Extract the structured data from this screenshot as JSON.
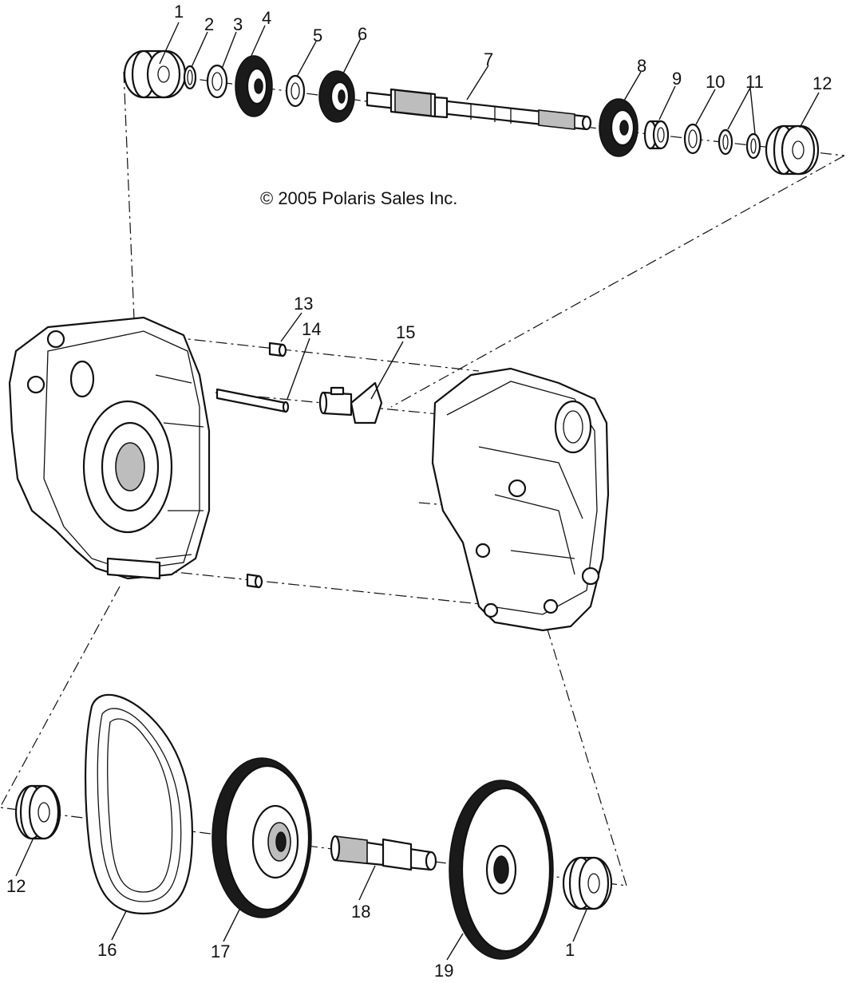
{
  "copyright": "© 2005 Polaris Sales Inc.",
  "callouts": {
    "c1_top": "1",
    "c2": "2",
    "c3": "3",
    "c4": "4",
    "c5": "5",
    "c6": "6",
    "c7": "7",
    "c8": "8",
    "c9": "9",
    "c10": "10",
    "c11": "11",
    "c12_top": "12",
    "c13": "13",
    "c14": "14",
    "c15": "15",
    "c12_bottom": "12",
    "c16": "16",
    "c17": "17",
    "c18": "18",
    "c19": "19",
    "c1_bottom": "1"
  }
}
